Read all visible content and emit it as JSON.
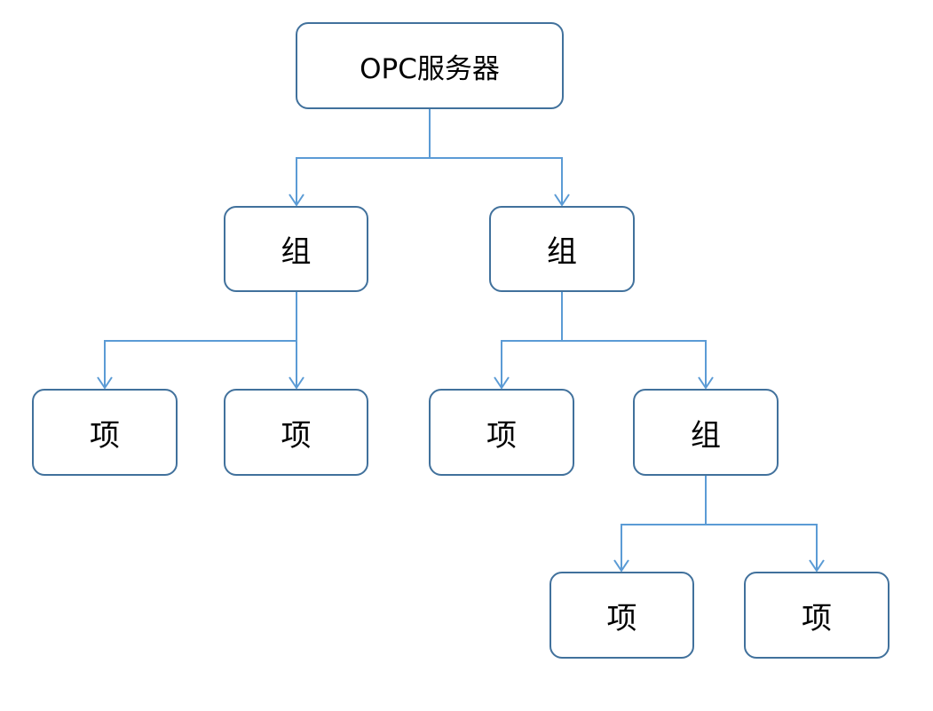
{
  "colors": {
    "node_border": "#41719C",
    "connector": "#5B9BD5",
    "background": "#FFFFFF",
    "text": "#000000"
  },
  "diagram": {
    "root": {
      "label": "OPC服务器"
    },
    "group_left": {
      "label": "组",
      "items": [
        {
          "label": "项"
        },
        {
          "label": "项"
        }
      ]
    },
    "group_right": {
      "label": "组",
      "item": {
        "label": "项"
      },
      "subgroup": {
        "label": "组",
        "items": [
          {
            "label": "项"
          },
          {
            "label": "项"
          }
        ]
      }
    }
  }
}
